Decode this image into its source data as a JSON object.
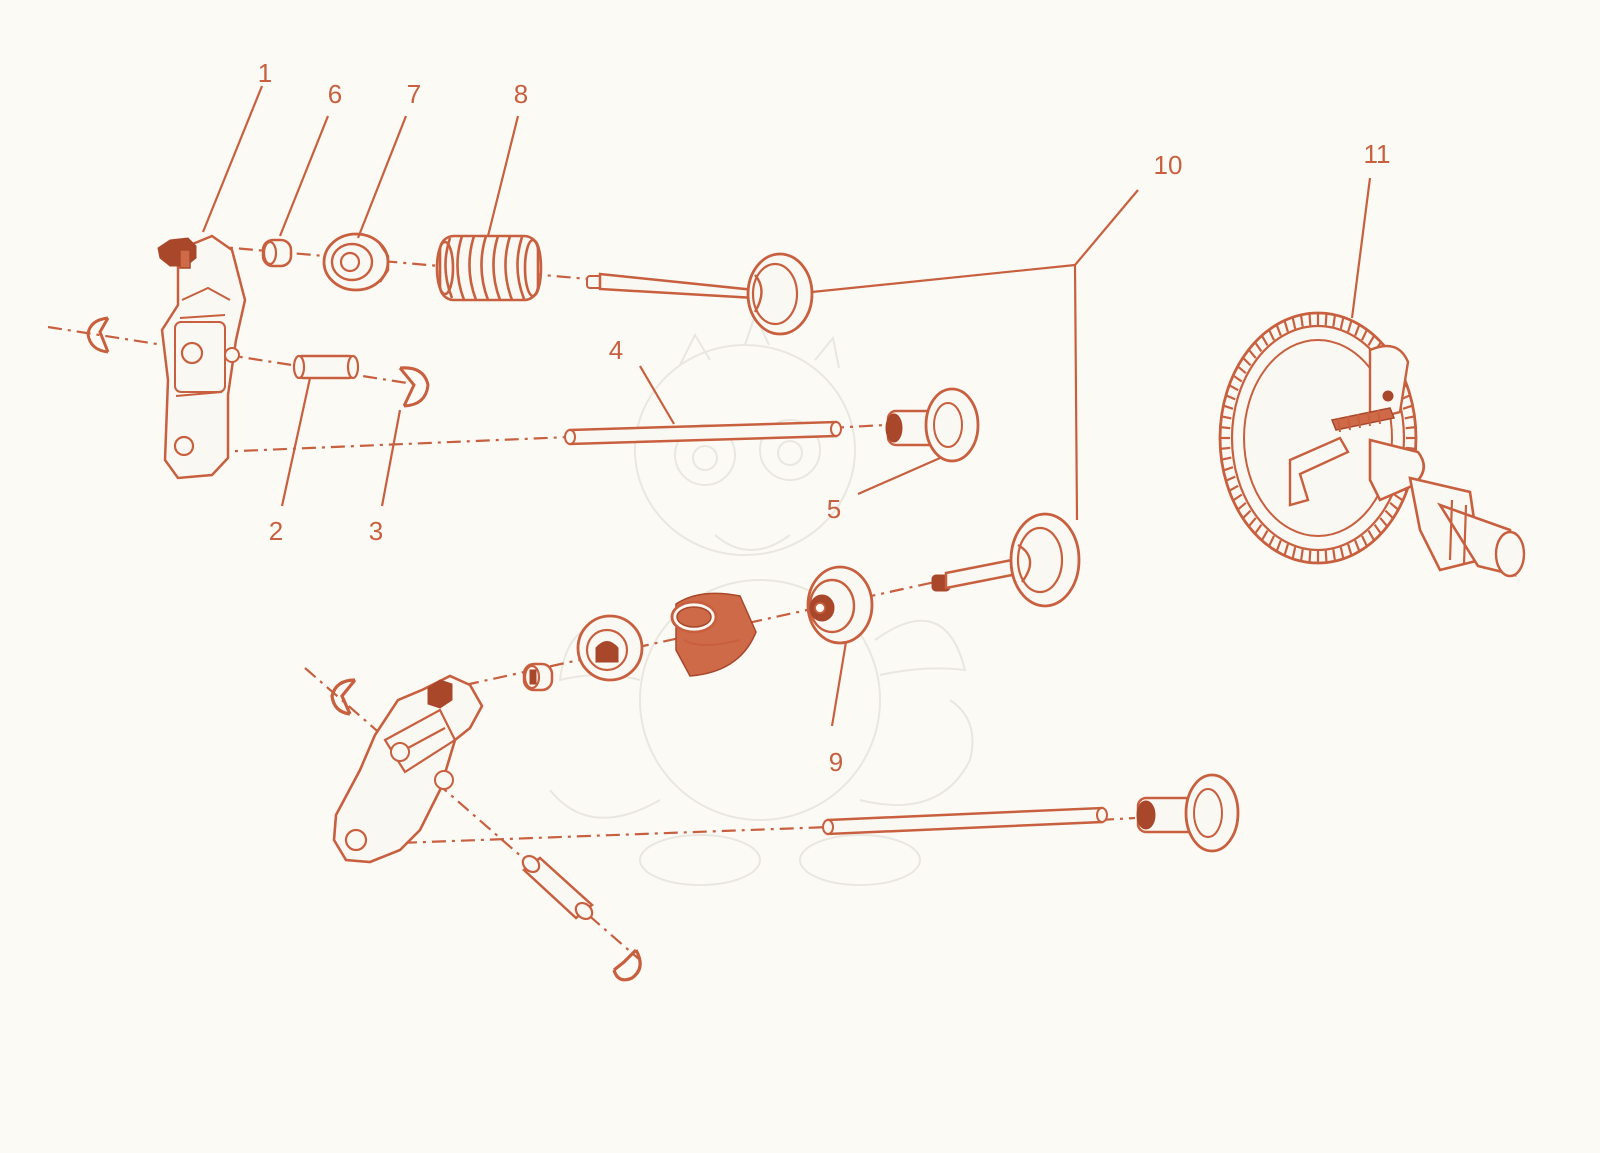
{
  "colors": {
    "stroke": "#c8603f",
    "fill": "#faf8f2",
    "solid": "#cf6a48",
    "dark": "#a9472b",
    "background": "#fbfaf5",
    "watermark": "#e9e7e0"
  },
  "callouts": [
    {
      "id": "1",
      "text": "1"
    },
    {
      "id": "2",
      "text": "2"
    },
    {
      "id": "3",
      "text": "3"
    },
    {
      "id": "4",
      "text": "4"
    },
    {
      "id": "5",
      "text": "5"
    },
    {
      "id": "6",
      "text": "6"
    },
    {
      "id": "7",
      "text": "7"
    },
    {
      "id": "8",
      "text": "8"
    },
    {
      "id": "9",
      "text": "9"
    },
    {
      "id": "10",
      "text": "10"
    },
    {
      "id": "11",
      "text": "11"
    }
  ]
}
